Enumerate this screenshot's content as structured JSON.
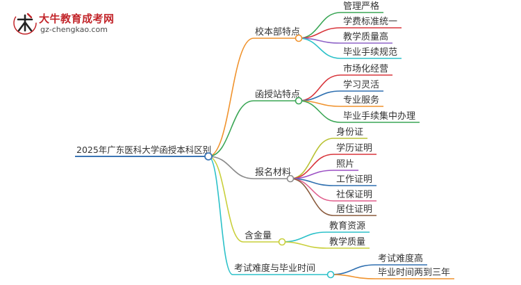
{
  "logo": {
    "title": "大牛教育成考网",
    "url": "gz-chengkao.com",
    "mark_color": "#c2252a"
  },
  "mindmap": {
    "root": {
      "label": "2025年广东医科大学函授本科区别",
      "color": "#3a74b4"
    },
    "branches": [
      {
        "label": "校本部特点",
        "color": "#f0922c",
        "children": [
          {
            "label": "管理严格",
            "color": "#3aa655"
          },
          {
            "label": "学费标准统一",
            "color": "#d8343a"
          },
          {
            "label": "教学质量高",
            "color": "#8d63c7"
          },
          {
            "label": "毕业手续规范",
            "color": "#2cc1c9"
          }
        ]
      },
      {
        "label": "函授站特点",
        "color": "#3aa655",
        "children": [
          {
            "label": "市场化经营",
            "color": "#d8343a"
          },
          {
            "label": "学习灵活",
            "color": "#2e6fb0"
          },
          {
            "label": "专业服务",
            "color": "#f0922c"
          },
          {
            "label": "毕业手续集中办理",
            "color": "#3aa655"
          }
        ]
      },
      {
        "label": "报名材料",
        "color": "#8a8a8a",
        "children": [
          {
            "label": "身份证",
            "color": "#b9c233"
          },
          {
            "label": "学历证明",
            "color": "#d8343a"
          },
          {
            "label": "照片",
            "color": "#9b4fc4"
          },
          {
            "label": "工作证明",
            "color": "#2e6fb0"
          },
          {
            "label": "社保证明",
            "color": "#e05c8a"
          },
          {
            "label": "居住证明",
            "color": "#8a5a3c"
          }
        ]
      },
      {
        "label": "含金量",
        "color": "#c9cf3a",
        "children": [
          {
            "label": "教育资源",
            "color": "#2cc1c9"
          },
          {
            "label": "教学质量",
            "color": "#c9cf3a"
          }
        ]
      },
      {
        "label": "考试难度与毕业时间",
        "color": "#2cc1c9",
        "children": [
          {
            "label": "考试难度高",
            "color": "#2e6fb0"
          },
          {
            "label": "毕业时间两到三年",
            "color": "#f0922c"
          }
        ]
      }
    ]
  }
}
